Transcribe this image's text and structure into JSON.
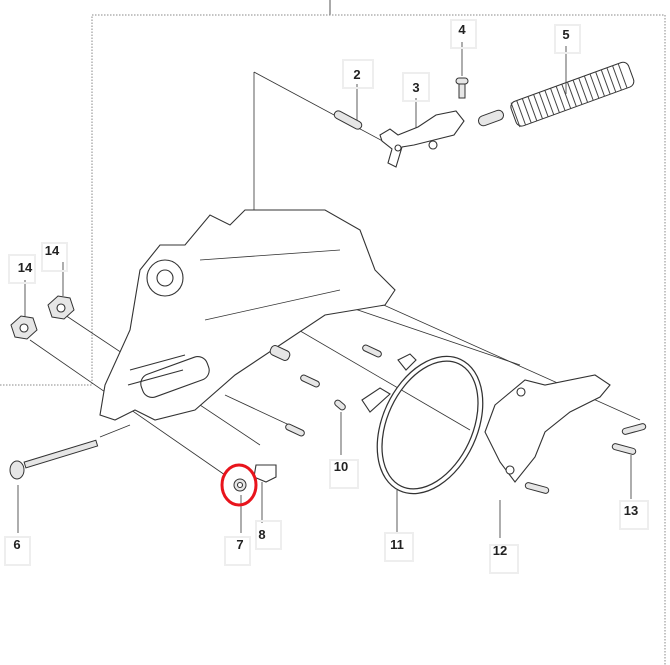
{
  "diagram": {
    "callouts": [
      {
        "id": "2",
        "label": "2"
      },
      {
        "id": "3",
        "label": "3"
      },
      {
        "id": "4",
        "label": "4"
      },
      {
        "id": "5",
        "label": "5"
      },
      {
        "id": "14a",
        "label": "14"
      },
      {
        "id": "14b",
        "label": "14"
      },
      {
        "id": "6",
        "label": "6"
      },
      {
        "id": "7",
        "label": "7"
      },
      {
        "id": "8",
        "label": "8"
      },
      {
        "id": "10",
        "label": "10"
      },
      {
        "id": "11",
        "label": "11"
      },
      {
        "id": "12",
        "label": "12"
      },
      {
        "id": "13",
        "label": "13"
      }
    ],
    "highlight": {
      "part": "7",
      "color": "#e8141c"
    }
  }
}
